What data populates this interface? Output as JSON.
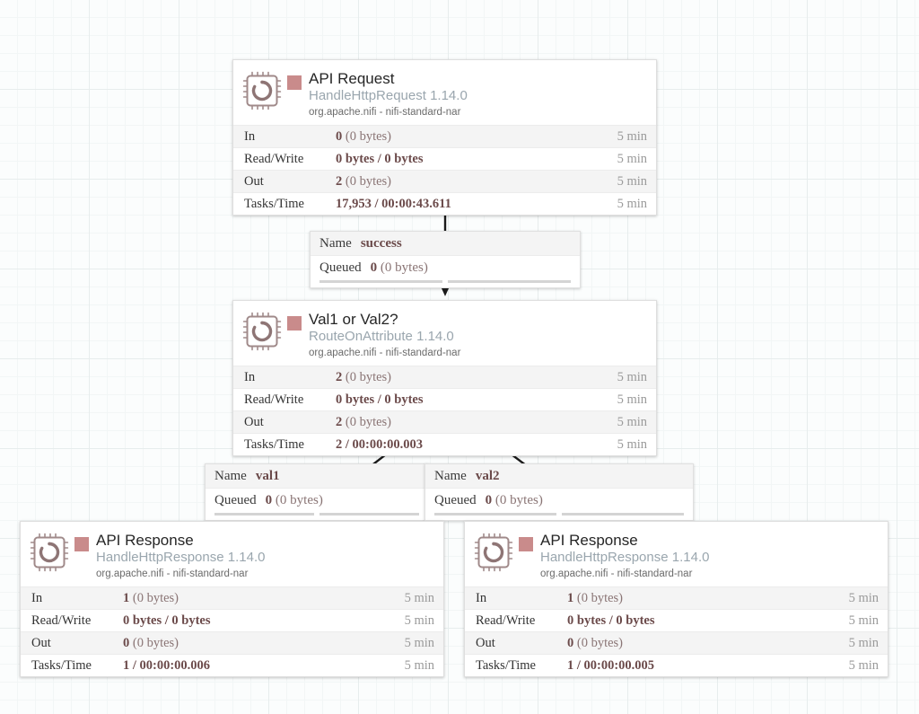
{
  "canvas": {
    "grid_color": "#e7eded",
    "background": "#fbfdfd",
    "status_color": "#c98b8b"
  },
  "processors": [
    {
      "id": "api-request",
      "name": "API Request",
      "type": "HandleHttpRequest 1.14.0",
      "bundle": "org.apache.nifi - nifi-standard-nar",
      "icon": "processor-chip-icon",
      "status_color": "#c98b8b",
      "stats": [
        {
          "label": "In",
          "value": "0",
          "detail": "(0 bytes)",
          "time": "5 min"
        },
        {
          "label": "Read/Write",
          "value": "0 bytes / 0 bytes",
          "detail": "",
          "time": "5 min"
        },
        {
          "label": "Out",
          "value": "2",
          "detail": "(0 bytes)",
          "time": "5 min"
        },
        {
          "label": "Tasks/Time",
          "value": "17,953 / 00:00:43.611",
          "detail": "",
          "time": "5 min"
        }
      ]
    },
    {
      "id": "val1-or-val2",
      "name": "Val1 or Val2?",
      "type": "RouteOnAttribute 1.14.0",
      "bundle": "org.apache.nifi - nifi-standard-nar",
      "icon": "processor-chip-icon",
      "status_color": "#c98b8b",
      "stats": [
        {
          "label": "In",
          "value": "2",
          "detail": "(0 bytes)",
          "time": "5 min"
        },
        {
          "label": "Read/Write",
          "value": "0 bytes / 0 bytes",
          "detail": "",
          "time": "5 min"
        },
        {
          "label": "Out",
          "value": "2",
          "detail": "(0 bytes)",
          "time": "5 min"
        },
        {
          "label": "Tasks/Time",
          "value": "2 / 00:00:00.003",
          "detail": "",
          "time": "5 min"
        }
      ]
    },
    {
      "id": "api-response-left",
      "name": "API Response",
      "type": "HandleHttpResponse 1.14.0",
      "bundle": "org.apache.nifi - nifi-standard-nar",
      "icon": "processor-chip-icon",
      "status_color": "#c98b8b",
      "stats": [
        {
          "label": "In",
          "value": "1",
          "detail": "(0 bytes)",
          "time": "5 min"
        },
        {
          "label": "Read/Write",
          "value": "0 bytes / 0 bytes",
          "detail": "",
          "time": "5 min"
        },
        {
          "label": "Out",
          "value": "0",
          "detail": "(0 bytes)",
          "time": "5 min"
        },
        {
          "label": "Tasks/Time",
          "value": "1 / 00:00:00.006",
          "detail": "",
          "time": "5 min"
        }
      ]
    },
    {
      "id": "api-response-right",
      "name": "API Response",
      "type": "HandleHttpResponse 1.14.0",
      "bundle": "org.apache.nifi - nifi-standard-nar",
      "icon": "processor-chip-icon",
      "status_color": "#c98b8b",
      "stats": [
        {
          "label": "In",
          "value": "1",
          "detail": "(0 bytes)",
          "time": "5 min"
        },
        {
          "label": "Read/Write",
          "value": "0 bytes / 0 bytes",
          "detail": "",
          "time": "5 min"
        },
        {
          "label": "Out",
          "value": "0",
          "detail": "(0 bytes)",
          "time": "5 min"
        },
        {
          "label": "Tasks/Time",
          "value": "1 / 00:00:00.005",
          "detail": "",
          "time": "5 min"
        }
      ]
    }
  ],
  "connections": [
    {
      "id": "conn-success",
      "name_key": "Name",
      "name_value": "success",
      "queued_key": "Queued",
      "queued_value": "0",
      "queued_detail": "(0 bytes)"
    },
    {
      "id": "conn-val1",
      "name_key": "Name",
      "name_value": "val1",
      "queued_key": "Queued",
      "queued_value": "0",
      "queued_detail": "(0 bytes)"
    },
    {
      "id": "conn-val2",
      "name_key": "Name",
      "name_value": "val2",
      "queued_key": "Queued",
      "queued_value": "0",
      "queued_detail": "(0 bytes)"
    }
  ]
}
